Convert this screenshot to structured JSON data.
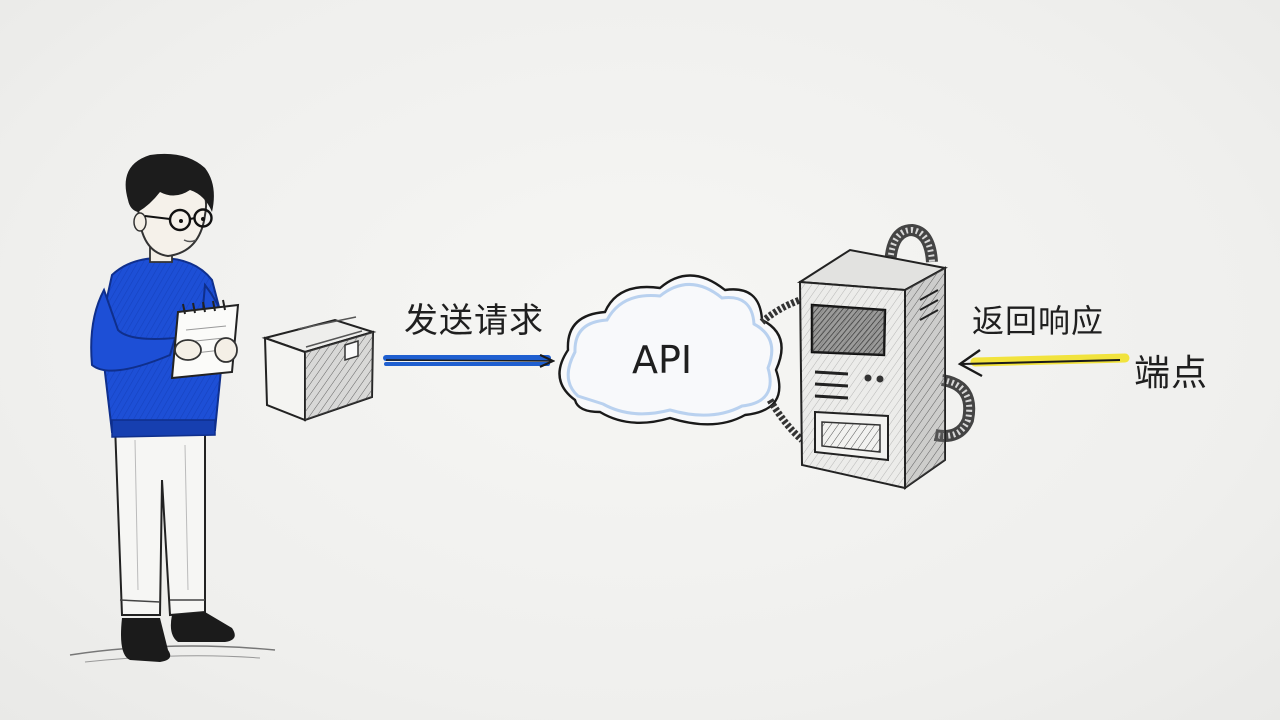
{
  "labels": {
    "send_request": "发送请求",
    "api": "API",
    "return_response": "返回响应",
    "endpoint": "端点"
  },
  "colors": {
    "request_arrow": "#1f5fd0",
    "response_arrow": "#e8d21a",
    "sweater": "#1d4fd6",
    "ink": "#1c1c1c",
    "cloud_tint": "#9ec0ea"
  },
  "icons": {
    "person": "person-with-notepad-icon",
    "package": "package-box-icon",
    "cloud": "cloud-icon",
    "server": "server-machine-icon"
  }
}
